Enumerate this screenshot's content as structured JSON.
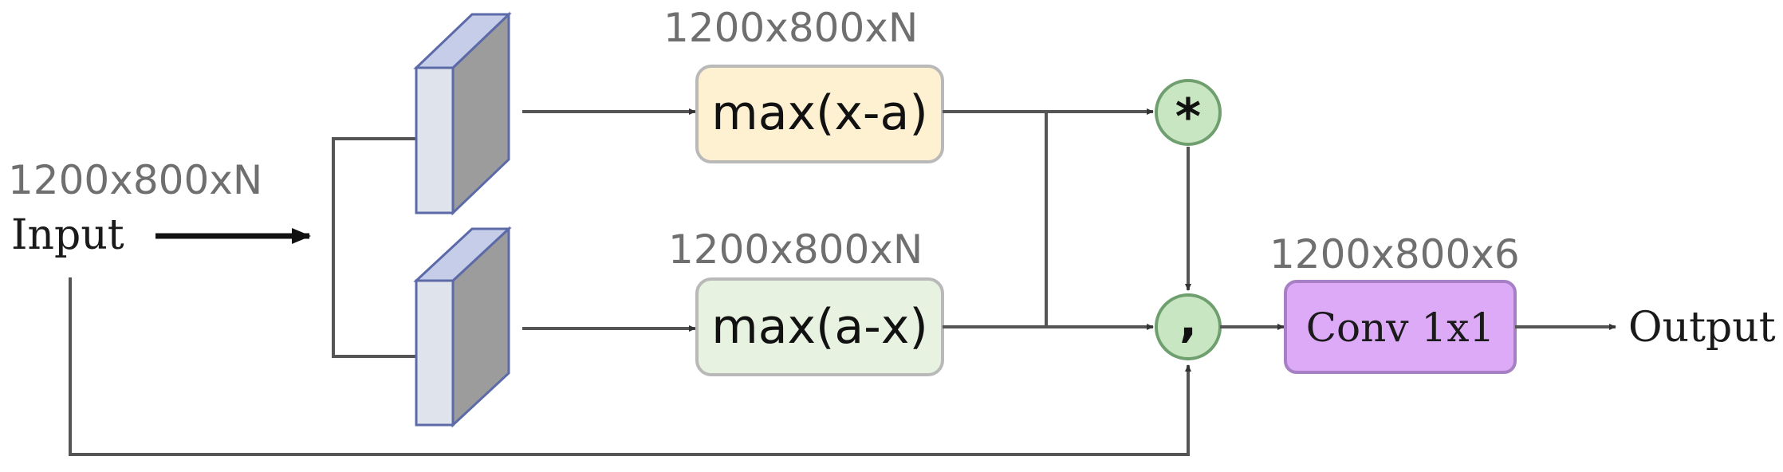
{
  "diagram": {
    "input": {
      "dims": "1200x800xN",
      "label": "Input"
    },
    "top_branch": {
      "dims": "1200x800xN",
      "label": "max(x-a)",
      "fill": "#fdf1d2",
      "stroke": "#b9b9b9"
    },
    "bottom_branch": {
      "dims": "1200x800xN",
      "label": "max(a-x)",
      "fill": "#e7f2e0",
      "stroke": "#b9b9b9"
    },
    "multiply_op": {
      "symbol": "*",
      "fill": "#c9e6c2",
      "stroke": "#6f9f6f"
    },
    "concat_op": {
      "symbol": ",",
      "fill": "#c9e6c2",
      "stroke": "#6f9f6f"
    },
    "conv": {
      "dims": "1200x800x6",
      "label": "Conv 1x1",
      "fill": "#dcaaf7",
      "stroke": "#a77fc4"
    },
    "output": {
      "label": "Output"
    },
    "filter_block": {
      "front_fill": "#dfe3ec",
      "side_fill": "#9c9c9c",
      "top_fill": "#c6cde8",
      "stroke": "#5c6aa8"
    }
  }
}
